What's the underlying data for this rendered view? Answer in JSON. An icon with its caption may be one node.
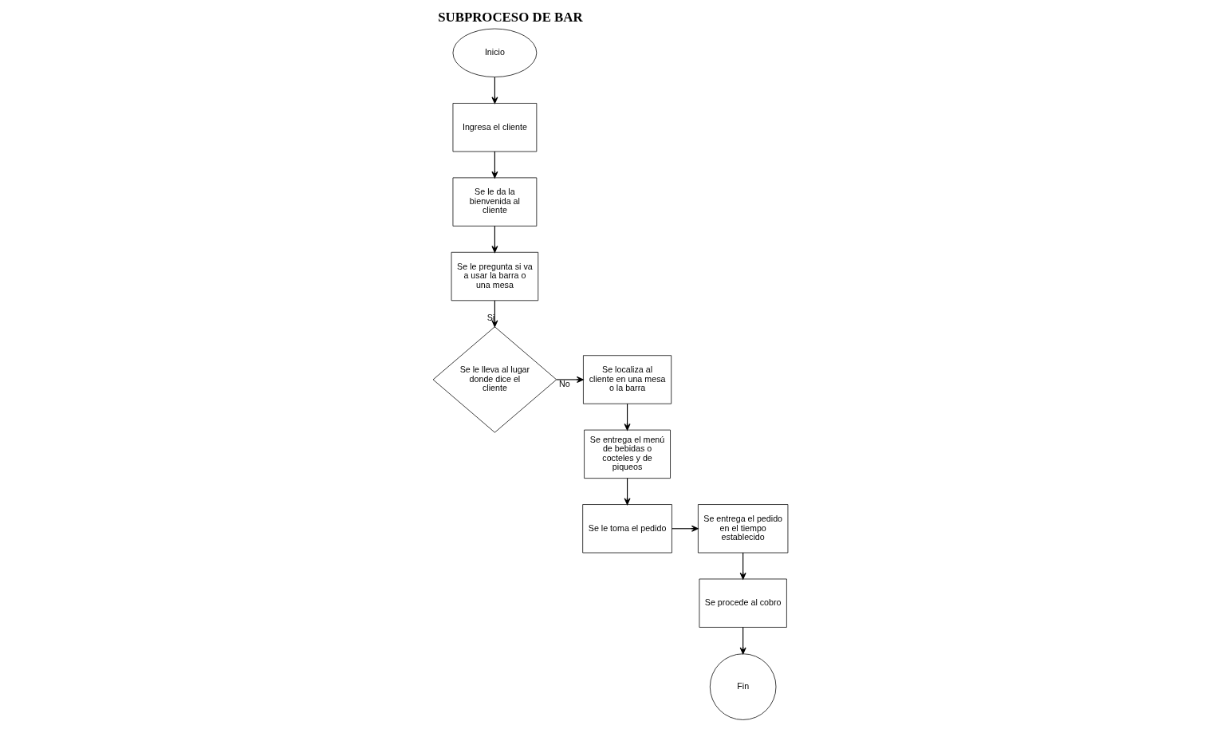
{
  "diagram": {
    "title": "SUBPROCESO DE BAR",
    "nodes": [
      {
        "text": [
          "Inicio"
        ]
      },
      {
        "text": [
          "Ingresa el cliente"
        ]
      },
      {
        "text": [
          "Se le da la bienvenida al cliente"
        ]
      },
      {
        "text": [
          "Se le pregunta si va a usar la barra o una mesa"
        ]
      },
      {
        "text": [
          "Se le lleva al lugar donde dice el cliente"
        ]
      },
      {
        "text": [
          "Se localiza al cliente en una mesa o la barra"
        ]
      },
      {
        "text": [
          "Se entrega el menú de bebidas o cocteles y de piqueos"
        ]
      },
      {
        "text": [
          "Se le toma el pedido"
        ]
      },
      {
        "text": [
          "Se entrega el pedido en el tiempo establecido"
        ]
      },
      {
        "text": [
          "Se procede al cobro"
        ]
      },
      {
        "text": [
          "Fin"
        ]
      }
    ],
    "edges": [
      {
        "from": 0,
        "to": 1,
        "arrow": "to"
      },
      {
        "from": 1,
        "to": 2,
        "arrow": "to"
      },
      {
        "from": 2,
        "to": 3,
        "arrow": "to"
      },
      {
        "from": 3,
        "to": 4,
        "arrow": "to",
        "label": "Si"
      },
      {
        "from": 4,
        "to": 5,
        "arrow": "to",
        "label": "No"
      },
      {
        "from": 5,
        "to": 6,
        "arrow": "to"
      },
      {
        "from": 6,
        "to": 7,
        "arrow": "to"
      },
      {
        "from": 7,
        "to": 8,
        "arrow": "to"
      },
      {
        "from": 8,
        "to": 9,
        "arrow": "to"
      },
      {
        "from": 9,
        "to": 10,
        "arrow": "to"
      }
    ]
  }
}
